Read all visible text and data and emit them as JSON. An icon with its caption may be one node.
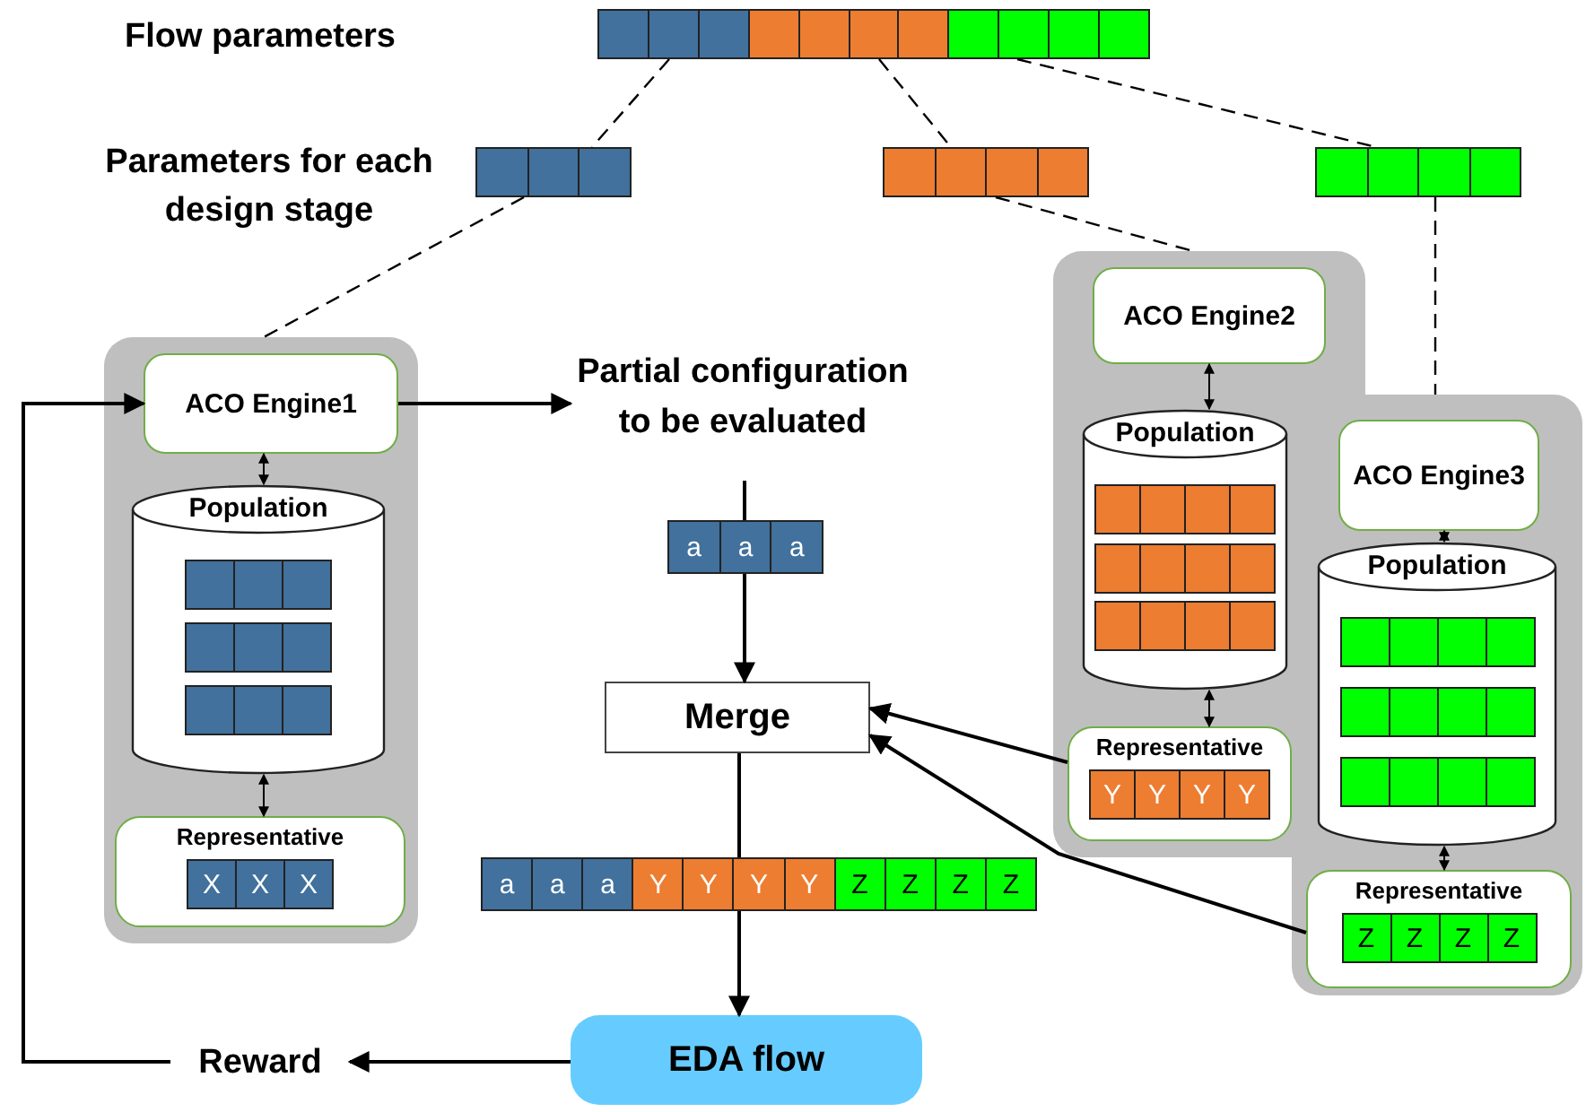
{
  "diagram": {
    "nodes": [
      {
        "text": [],
        "shape": "bar"
      },
      {
        "text": [],
        "shape": "bar"
      },
      {
        "text": [],
        "shape": "bar"
      },
      {
        "text": [],
        "shape": "bar"
      },
      {
        "text": [],
        "shape": "box"
      },
      {
        "text": [
          "ACO Engine1"
        ],
        "in": 4
      },
      {
        "text": [
          "Population"
        ],
        "in": 4
      },
      {
        "text": [
          "Representative",
          "X",
          "X",
          "X"
        ],
        "in": 4
      },
      {
        "text": [],
        "shape": "box"
      },
      {
        "text": [
          "ACO Engine2"
        ],
        "in": 8
      },
      {
        "text": [
          "Population"
        ],
        "in": 8
      },
      {
        "text": [
          "Representative",
          "Y",
          "Y",
          "Y",
          "Y"
        ],
        "in": 8
      },
      {
        "text": [],
        "shape": "box"
      },
      {
        "text": [
          "ACO Engine3"
        ],
        "in": 12
      },
      {
        "text": [
          "Population"
        ],
        "in": 12
      },
      {
        "text": [
          "Representative",
          "Z",
          "Z",
          "Z",
          "Z"
        ],
        "in": 12
      },
      {
        "text": [
          "Partial configuration to be evaluated"
        ]
      },
      {
        "text": [
          "a",
          "a",
          "a"
        ]
      },
      {
        "text": [
          "Merge"
        ]
      },
      {
        "text": [
          "a",
          "a",
          "a",
          "Y",
          "Y",
          "Y",
          "Y",
          "Z",
          "Z",
          "Z",
          "Z"
        ]
      },
      {
        "text": [
          "EDA flow"
        ]
      },
      {
        "text": [
          "Reward"
        ]
      }
    ],
    "edges": [
      {
        "from": 0,
        "to": 1,
        "arrow": "none",
        "style": "dashed"
      },
      {
        "from": 0,
        "to": 2,
        "arrow": "none",
        "style": "dashed"
      },
      {
        "from": 0,
        "to": 3,
        "arrow": "none",
        "style": "dashed"
      },
      {
        "from": 1,
        "to": 4,
        "arrow": "none",
        "style": "dashed"
      },
      {
        "from": 2,
        "to": 8,
        "arrow": "none",
        "style": "dashed"
      },
      {
        "from": 3,
        "to": 12,
        "arrow": "none",
        "style": "dashed"
      },
      {
        "from": 5,
        "to": 6,
        "arrow": "both"
      },
      {
        "from": 6,
        "to": 7,
        "arrow": "both"
      },
      {
        "from": 9,
        "to": 10,
        "arrow": "both"
      },
      {
        "from": 10,
        "to": 11,
        "arrow": "both"
      },
      {
        "from": 13,
        "to": 14,
        "arrow": "both"
      },
      {
        "from": 14,
        "to": 15,
        "arrow": "both"
      },
      {
        "from": 5,
        "to": 16,
        "arrow": "to"
      },
      {
        "from": 16,
        "to": 17,
        "arrow": "none"
      },
      {
        "from": 17,
        "to": 18,
        "arrow": "to"
      },
      {
        "from": 11,
        "to": 18,
        "arrow": "to"
      },
      {
        "from": 15,
        "to": 18,
        "arrow": "to"
      },
      {
        "from": 18,
        "to": 19,
        "arrow": "none"
      },
      {
        "from": 19,
        "to": 20,
        "arrow": "to"
      },
      {
        "from": 20,
        "to": 21,
        "arrow": "to"
      },
      {
        "from": 21,
        "to": 5,
        "arrow": "to"
      }
    ],
    "labels": [
      "Flow parameters",
      "Parameters for each design stage"
    ]
  }
}
